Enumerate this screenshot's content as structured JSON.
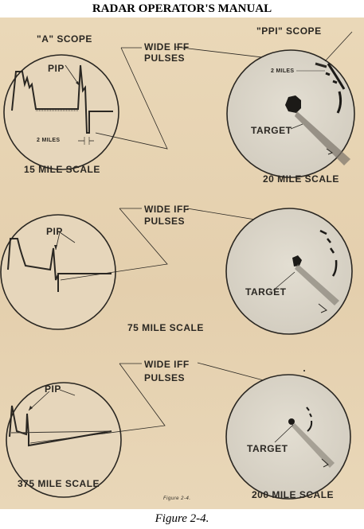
{
  "header": {
    "title": "RADAR OPERATOR'S MANUAL"
  },
  "labels": {
    "a_scope": "\"A\"  SCOPE",
    "ppi_scope": "\"PPI\"  SCOPE",
    "wide_iff_1": "WIDE   IFF",
    "pulses_1": "PULSES",
    "wide_iff_2": "WIDE   IFF",
    "pulses_2": "PULSES",
    "wide_iff_3": "WIDE   IFF",
    "pulses_3": "PULSES",
    "pip_1": "PIP",
    "pip_2": "PIP",
    "pip_3": "PIP",
    "two_miles_a": "2  MILES",
    "two_miles_ppi": "2  MILES",
    "target_1": "TARGET",
    "target_2": "TARGET",
    "target_3": "TARGET",
    "scale_15": "15  MILE  SCALE",
    "scale_20": "20  MILE  SCALE",
    "scale_75": "75  MILE  SCALE",
    "scale_375": "375  MILE  SCALE",
    "scale_200": "200  MILE  SCALE",
    "figure_small": "Figure  2-4."
  },
  "caption": "Figure 2-4.",
  "colors": {
    "plate": "#e7d4b4",
    "ink": "#2a2722",
    "scope_face": "#ddd8cc"
  }
}
